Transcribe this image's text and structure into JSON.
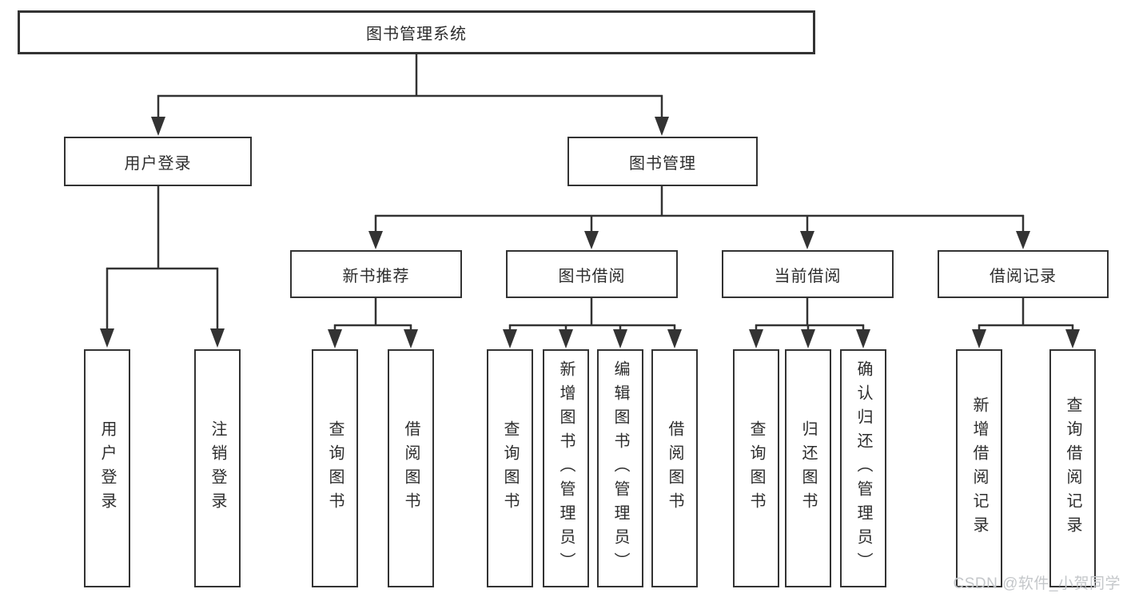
{
  "colors": {
    "line": "#333333",
    "box_border": "#2e2e2e",
    "text": "#2d2d2d",
    "background": "#ffffff",
    "watermark": "#c4c7ca"
  },
  "diagram": {
    "title": "图书管理系统",
    "branches": [
      {
        "label": "用户登录",
        "children": [
          {
            "label": "用户登录"
          },
          {
            "label": "注销登录"
          }
        ]
      },
      {
        "label": "图书管理",
        "children": [
          {
            "label": "新书推荐",
            "children": [
              {
                "label": "查询图书"
              },
              {
                "label": "借阅图书"
              }
            ]
          },
          {
            "label": "图书借阅",
            "children": [
              {
                "label": "查询图书"
              },
              {
                "label": "新增图书（管理员）"
              },
              {
                "label": "编辑图书（管理员）"
              },
              {
                "label": "借阅图书"
              }
            ]
          },
          {
            "label": "当前借阅",
            "children": [
              {
                "label": "查询图书"
              },
              {
                "label": "归还图书"
              },
              {
                "label": "确认归还（管理员）"
              }
            ]
          },
          {
            "label": "借阅记录",
            "children": [
              {
                "label": "新增借阅记录"
              },
              {
                "label": "查询借阅记录"
              }
            ]
          }
        ]
      }
    ]
  },
  "watermark": {
    "text": "CSDN @软件_小贺同学"
  }
}
